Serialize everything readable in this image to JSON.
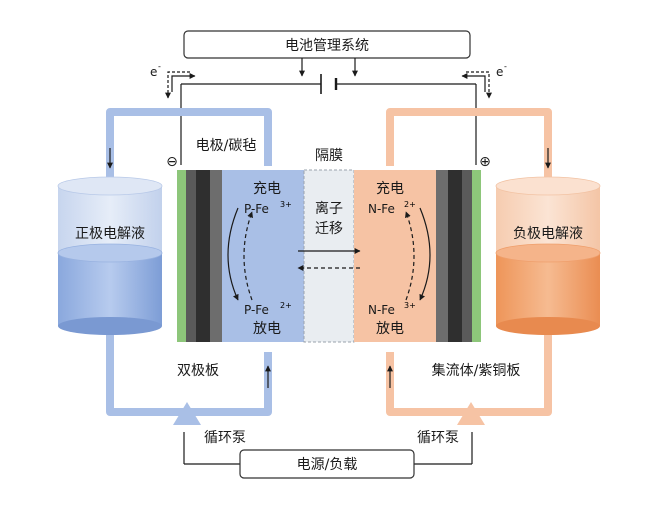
{
  "diagram": {
    "top_box": "电池管理系统",
    "bottom_box": "电源/负载",
    "electron_left": "e",
    "electron_right": "e",
    "electron_sup": "-",
    "pole_negative": "⊖",
    "pole_positive": "⊕",
    "left_tank_label": "正极电解液",
    "right_tank_label": "负极电解液",
    "electrode_label": "电极/碳毡",
    "membrane_label": "隔膜",
    "bipolar_label": "双极板",
    "collector_label": "集流体/紫铜板",
    "left_pump_label": "循环泵",
    "right_pump_label": "循环泵",
    "left_top": {
      "state": "充电",
      "species": "P-Fe",
      "charge": "3+"
    },
    "left_bottom": {
      "species": "P-Fe",
      "charge": "2+",
      "state": "放电"
    },
    "right_top": {
      "state": "充电",
      "species": "N-Fe",
      "charge": "2+"
    },
    "right_bottom": {
      "species": "N-Fe",
      "charge": "3+",
      "state": "放电"
    },
    "ion_label_1": "离子",
    "ion_label_2": "迁移",
    "colors": {
      "left_fluid": "#a9bfe6",
      "left_fluid_dark": "#6f93d4",
      "right_fluid": "#f6c3a4",
      "right_fluid_dark": "#ee9a66",
      "green_plate": "#8dc67a",
      "dark_plate": "#3a3a3a",
      "membrane": "#e8ecf0"
    }
  }
}
